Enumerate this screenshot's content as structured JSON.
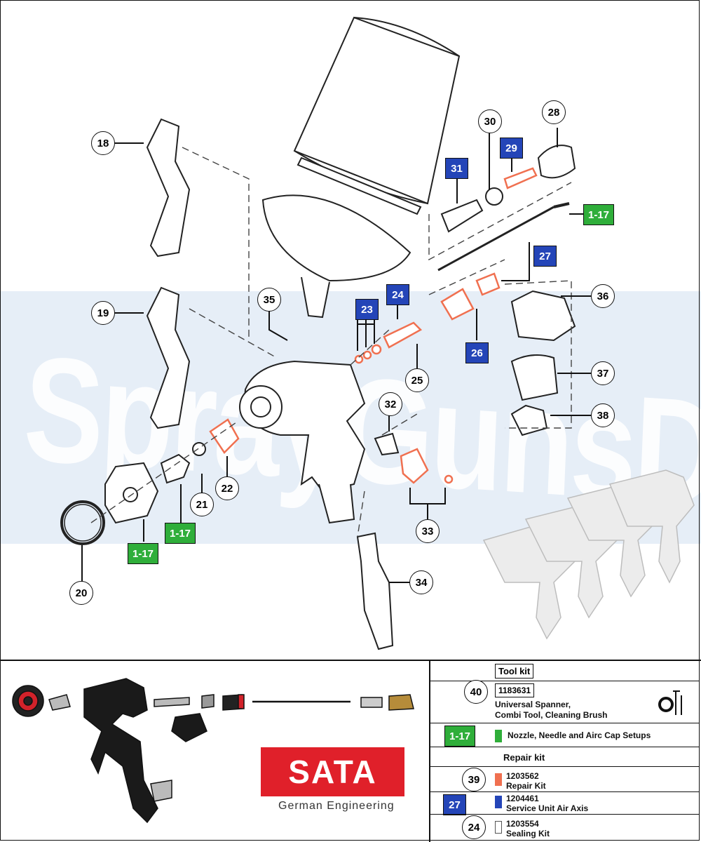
{
  "callouts": {
    "c18": "18",
    "c19": "19",
    "c20": "20",
    "c21": "21",
    "c22": "22",
    "c25": "25",
    "c28": "28",
    "c30": "30",
    "c32": "32",
    "c33": "33",
    "c34": "34",
    "c35": "35",
    "c36": "36",
    "c37": "37",
    "c38": "38"
  },
  "blue_tags": {
    "b23": "23",
    "b24": "24",
    "b26": "26",
    "b27": "27",
    "b29": "29",
    "b31": "31"
  },
  "green_tags": {
    "g_right": "1-17",
    "g_mid": "1-17",
    "g_left": "1-17"
  },
  "watermark": "SprayGunsDirect",
  "brand": {
    "logo_text": "SATA",
    "tagline": "German Engineering",
    "color_red": "#e0202a"
  },
  "legend": {
    "tool_kit_title": "Tool kit",
    "tool_kit_num": "40",
    "tool_kit_code": "1183631",
    "tool_kit_desc1": "Universal Spanner,",
    "tool_kit_desc2": "Combi Tool, Cleaning Brush",
    "setups_tag": "1-17",
    "setups_desc": "Nozzle, Needle and Airc Cap Setups",
    "repair_title": "Repair kit",
    "repair_num": "39",
    "repair_code": "1203562",
    "repair_desc": "Repair Kit",
    "service_num": "27",
    "service_code": "1204461",
    "service_desc": "Service Unit Air Axis",
    "sealing_num": "24",
    "sealing_code": "1203554",
    "sealing_desc": "Sealing Kit"
  },
  "colors": {
    "blue": "#2445b8",
    "green": "#2fae3a",
    "orange": "#f07050"
  }
}
